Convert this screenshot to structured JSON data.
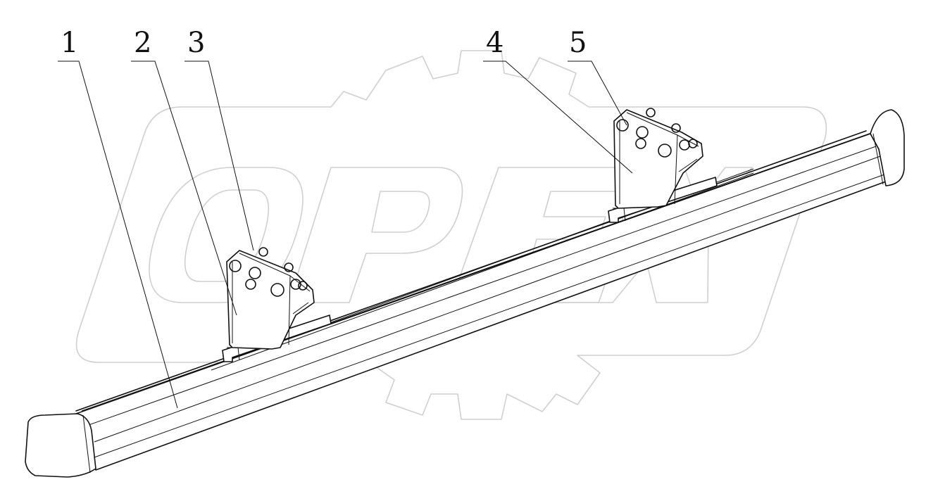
{
  "diagram": {
    "callouts": [
      {
        "id": "callout-1",
        "label": "1"
      },
      {
        "id": "callout-2",
        "label": "2"
      },
      {
        "id": "callout-3",
        "label": "3"
      },
      {
        "id": "callout-4",
        "label": "4"
      },
      {
        "id": "callout-5",
        "label": "5"
      }
    ],
    "watermark": {
      "text": "OPEX"
    },
    "colors": {
      "line": "#111111",
      "watermark": "#cfcfcf",
      "background": "#ffffff"
    }
  }
}
